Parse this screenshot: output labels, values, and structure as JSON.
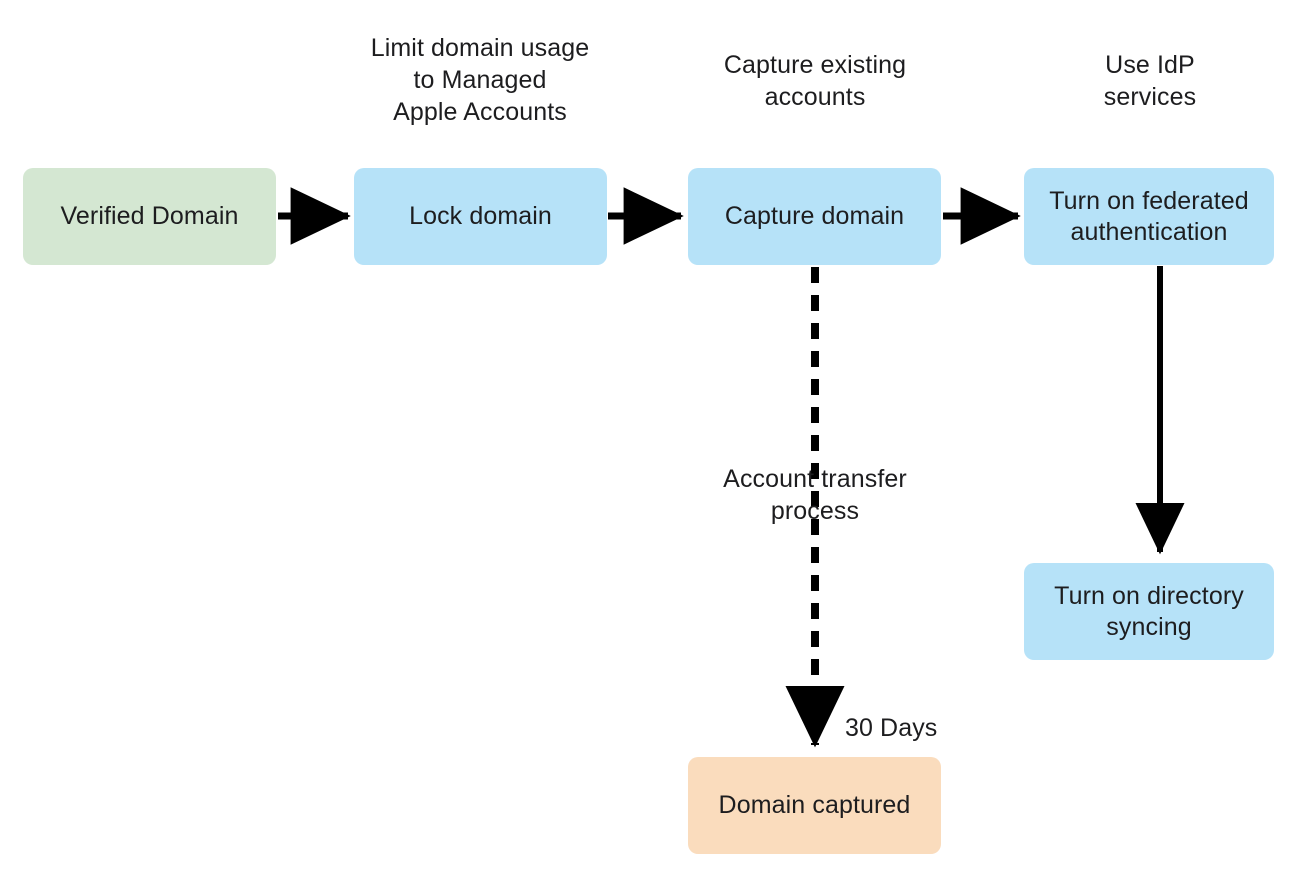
{
  "diagram": {
    "title": "Managed Apple Account domain capture and federation flow",
    "colors": {
      "verified": "#d4e7d2",
      "step": "#b6e2f8",
      "result": "#fadcbd",
      "line": "#000000",
      "text": "#1d1d1f",
      "background": "#ffffff"
    },
    "captions": [
      {
        "id": "caption-lock-domain",
        "text": "Limit domain usage\nto Managed\nApple Accounts"
      },
      {
        "id": "caption-capture-domain",
        "text": "Capture existing\naccounts"
      },
      {
        "id": "caption-federated-auth",
        "text": "Use IdP\nservices"
      }
    ],
    "nodes": [
      {
        "id": "verified-domain",
        "label": "Verified Domain",
        "kind": "verified"
      },
      {
        "id": "lock-domain",
        "label": "Lock domain",
        "kind": "step"
      },
      {
        "id": "capture-domain",
        "label": "Capture domain",
        "kind": "step"
      },
      {
        "id": "federated-authentication",
        "label": "Turn on federated\nauthentication",
        "kind": "step"
      },
      {
        "id": "directory-syncing",
        "label": "Turn on directory\nsyncing",
        "kind": "step"
      },
      {
        "id": "domain-captured",
        "label": "Domain captured",
        "kind": "result"
      }
    ],
    "edges": [
      {
        "id": "edge-verified-to-lock",
        "from": "verified-domain",
        "to": "lock-domain",
        "style": "solid",
        "direction": "right"
      },
      {
        "id": "edge-lock-to-capture",
        "from": "lock-domain",
        "to": "capture-domain",
        "style": "solid",
        "direction": "right"
      },
      {
        "id": "edge-capture-to-federated",
        "from": "capture-domain",
        "to": "federated-authentication",
        "style": "solid",
        "direction": "right"
      },
      {
        "id": "edge-federated-to-directory",
        "from": "federated-authentication",
        "to": "directory-syncing",
        "style": "solid",
        "direction": "down"
      },
      {
        "id": "edge-capture-to-domain-captured",
        "from": "capture-domain",
        "to": "domain-captured",
        "style": "dashed",
        "direction": "down"
      }
    ],
    "edge_labels": [
      {
        "id": "label-account-transfer",
        "text": "Account transfer\nprocess"
      },
      {
        "id": "label-30-days",
        "text": "30 Days"
      }
    ]
  }
}
